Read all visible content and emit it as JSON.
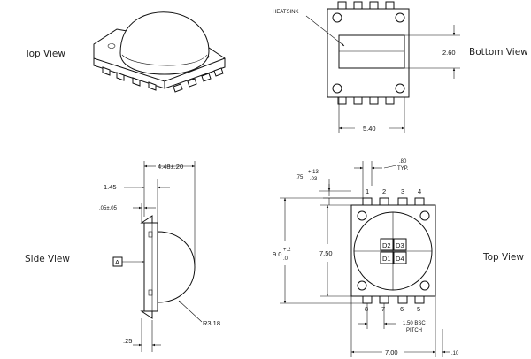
{
  "views": {
    "top_view_1": "Top View",
    "bottom_view": "Bottom View",
    "side_view": "Side View",
    "top_view_2": "Top View"
  },
  "callouts": {
    "heatsink": "HEATSINK",
    "datum": "A"
  },
  "dimensions": {
    "bottom_height": "2.60",
    "bottom_width": "5.40",
    "side_overall": "4.48±.20",
    "side_145": "1.45",
    "side_05": ".05±.05",
    "side_radius": "R3.18",
    "side_25": ".25",
    "top_075": ".75",
    "top_075_tol_plus": "+.13",
    "top_075_tol_minus": "-.03",
    "top_pin_width": ".80",
    "top_pin_width_note": "TYP.",
    "top_height": "9.0",
    "top_height_tol_plus": "+.2",
    "top_height_tol_minus": ".0",
    "top_750": "7.50",
    "top_pitch": "1.50 BSC",
    "top_pitch_note": "PITCH",
    "top_width": "7.00",
    "top_010": ".10"
  },
  "pins": {
    "top_row": [
      "1",
      "2",
      "3",
      "4"
    ],
    "bottom_row": [
      "8",
      "7",
      "6",
      "5"
    ]
  },
  "diodes": [
    "D2",
    "D3",
    "D1",
    "D4"
  ]
}
